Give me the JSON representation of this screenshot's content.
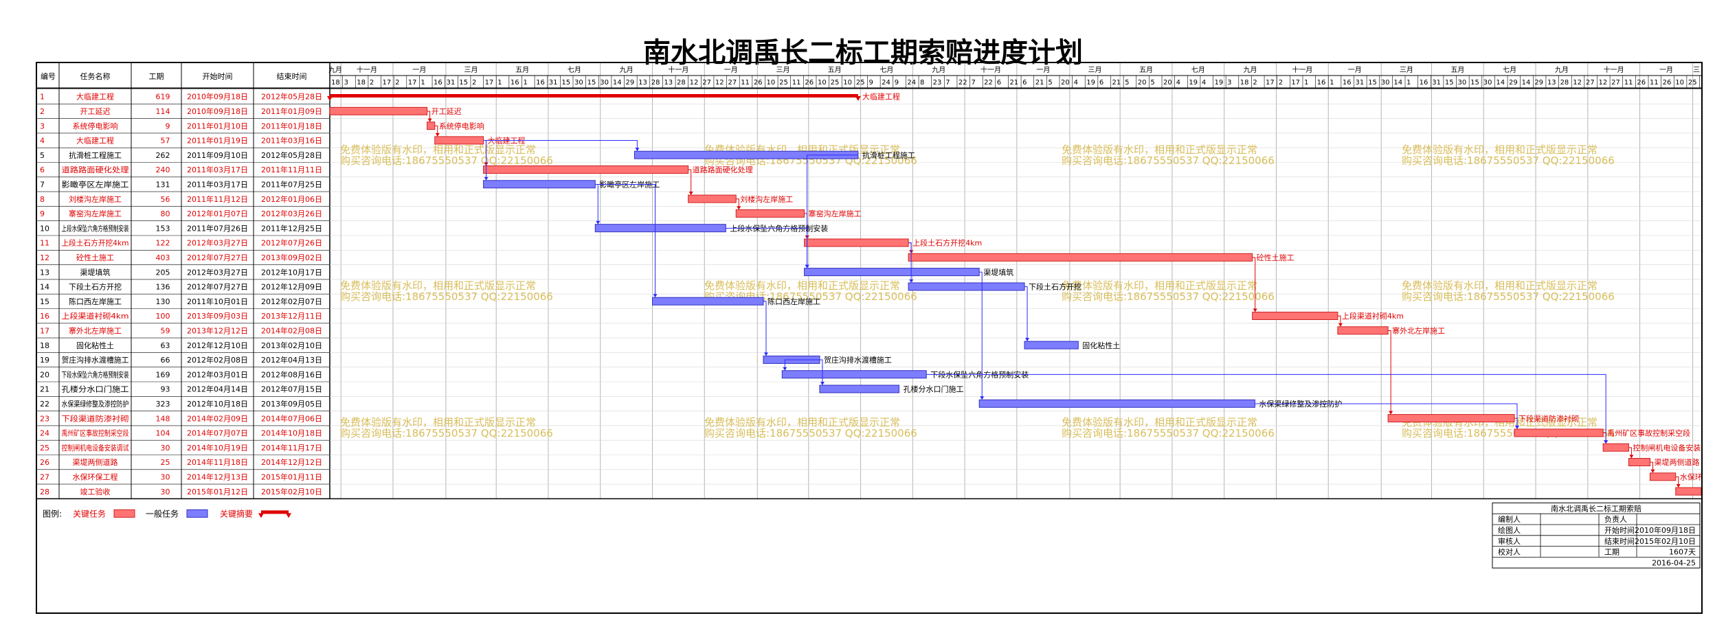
{
  "title": "南水北调禹长二标工期索赔进度计划",
  "columns": [
    "编号",
    "任务名称",
    "工期",
    "开始时间",
    "结束时间"
  ],
  "colors": {
    "critical": "#ff7373",
    "critical_text": "#e00000",
    "normal": "#7d7dff",
    "normal_text": "#000000",
    "normal_line": "#2a2aff",
    "summary": "#e00000",
    "grid": "#d6d6d6",
    "watermark": "#d8bd5a"
  },
  "timescale": {
    "months": [
      {
        "label": "九月",
        "start": "2010-09-18",
        "end": "2010-10-01"
      },
      {
        "label": "十一月",
        "start": "2010-10-01",
        "end": "2010-12-01"
      },
      {
        "label": "一月",
        "start": "2010-12-01",
        "end": "2011-02-01"
      },
      {
        "label": "三月",
        "start": "2011-02-01",
        "end": "2011-04-01"
      },
      {
        "label": "五月",
        "start": "2011-04-01",
        "end": "2011-06-01"
      },
      {
        "label": "七月",
        "start": "2011-06-01",
        "end": "2011-08-01"
      },
      {
        "label": "九月",
        "start": "2011-08-01",
        "end": "2011-10-01"
      },
      {
        "label": "十一月",
        "start": "2011-10-01",
        "end": "2011-12-01"
      },
      {
        "label": "一月",
        "start": "2011-12-01",
        "end": "2012-02-01"
      },
      {
        "label": "三月",
        "start": "2012-02-01",
        "end": "2012-04-01"
      },
      {
        "label": "五月",
        "start": "2012-04-01",
        "end": "2012-06-01"
      },
      {
        "label": "七月",
        "start": "2012-06-01",
        "end": "2012-08-01"
      },
      {
        "label": "九月",
        "start": "2012-08-01",
        "end": "2012-10-01"
      },
      {
        "label": "十一月",
        "start": "2012-10-01",
        "end": "2012-12-01"
      },
      {
        "label": "一月",
        "start": "2012-12-01",
        "end": "2013-02-01"
      },
      {
        "label": "三月",
        "start": "2013-02-01",
        "end": "2013-04-01"
      },
      {
        "label": "五月",
        "start": "2013-04-01",
        "end": "2013-06-01"
      },
      {
        "label": "七月",
        "start": "2013-06-01",
        "end": "2013-08-01"
      },
      {
        "label": "九月",
        "start": "2013-08-01",
        "end": "2013-10-01"
      },
      {
        "label": "十一月",
        "start": "2013-10-01",
        "end": "2013-12-01"
      },
      {
        "label": "一月",
        "start": "2013-12-01",
        "end": "2014-02-01"
      },
      {
        "label": "三月",
        "start": "2014-02-01",
        "end": "2014-04-01"
      },
      {
        "label": "五月",
        "start": "2014-04-01",
        "end": "2014-06-01"
      },
      {
        "label": "七月",
        "start": "2014-06-01",
        "end": "2014-08-01"
      },
      {
        "label": "九月",
        "start": "2014-08-01",
        "end": "2014-10-01"
      },
      {
        "label": "十一月",
        "start": "2014-10-01",
        "end": "2014-12-01"
      },
      {
        "label": "一月",
        "start": "2014-12-01",
        "end": "2015-02-01"
      },
      {
        "label": "三",
        "start": "2015-02-01",
        "end": "2015-02-10"
      }
    ],
    "ticks": [
      {
        "label": "18",
        "date": "2010-09-18"
      },
      {
        "label": "3",
        "date": "2010-10-03"
      },
      {
        "label": "18",
        "date": "2010-10-18"
      },
      {
        "label": "2",
        "date": "2010-11-02"
      },
      {
        "label": "17",
        "date": "2010-11-17"
      },
      {
        "label": "2",
        "date": "2010-12-02"
      },
      {
        "label": "17",
        "date": "2010-12-17"
      },
      {
        "label": "1",
        "date": "2011-01-01"
      },
      {
        "label": "16",
        "date": "2011-01-16"
      },
      {
        "label": "31",
        "date": "2011-01-31"
      },
      {
        "label": "15",
        "date": "2011-02-15"
      },
      {
        "label": "2",
        "date": "2011-03-02"
      },
      {
        "label": "17",
        "date": "2011-03-17"
      },
      {
        "label": "1",
        "date": "2011-04-01"
      },
      {
        "label": "16",
        "date": "2011-04-16"
      },
      {
        "label": "1",
        "date": "2011-05-01"
      },
      {
        "label": "16",
        "date": "2011-05-16"
      },
      {
        "label": "31",
        "date": "2011-05-31"
      },
      {
        "label": "15",
        "date": "2011-06-15"
      },
      {
        "label": "30",
        "date": "2011-06-30"
      },
      {
        "label": "15",
        "date": "2011-07-15"
      },
      {
        "label": "30",
        "date": "2011-07-30"
      },
      {
        "label": "14",
        "date": "2011-08-14"
      },
      {
        "label": "29",
        "date": "2011-08-29"
      },
      {
        "label": "13",
        "date": "2011-09-13"
      },
      {
        "label": "28",
        "date": "2011-09-28"
      },
      {
        "label": "13",
        "date": "2011-10-13"
      },
      {
        "label": "28",
        "date": "2011-10-28"
      },
      {
        "label": "12",
        "date": "2011-11-12"
      },
      {
        "label": "27",
        "date": "2011-11-27"
      },
      {
        "label": "12",
        "date": "2011-12-12"
      },
      {
        "label": "27",
        "date": "2011-12-27"
      },
      {
        "label": "11",
        "date": "2012-01-11"
      },
      {
        "label": "26",
        "date": "2012-01-26"
      },
      {
        "label": "10",
        "date": "2012-02-10"
      },
      {
        "label": "25",
        "date": "2012-02-25"
      },
      {
        "label": "11",
        "date": "2012-03-11"
      },
      {
        "label": "26",
        "date": "2012-03-26"
      },
      {
        "label": "10",
        "date": "2012-04-10"
      },
      {
        "label": "25",
        "date": "2012-04-25"
      },
      {
        "label": "10",
        "date": "2012-05-10"
      },
      {
        "label": "25",
        "date": "2012-05-25"
      },
      {
        "label": "9",
        "date": "2012-06-09"
      },
      {
        "label": "24",
        "date": "2012-06-24"
      },
      {
        "label": "9",
        "date": "2012-07-09"
      },
      {
        "label": "24",
        "date": "2012-07-24"
      },
      {
        "label": "8",
        "date": "2012-08-08"
      },
      {
        "label": "23",
        "date": "2012-08-23"
      },
      {
        "label": "7",
        "date": "2012-09-07"
      },
      {
        "label": "22",
        "date": "2012-09-22"
      },
      {
        "label": "7",
        "date": "2012-10-07"
      },
      {
        "label": "22",
        "date": "2012-10-22"
      },
      {
        "label": "6",
        "date": "2012-11-06"
      },
      {
        "label": "21",
        "date": "2012-11-21"
      },
      {
        "label": "6",
        "date": "2012-12-06"
      },
      {
        "label": "21",
        "date": "2012-12-21"
      },
      {
        "label": "5",
        "date": "2013-01-05"
      },
      {
        "label": "20",
        "date": "2013-01-20"
      },
      {
        "label": "4",
        "date": "2013-02-04"
      },
      {
        "label": "19",
        "date": "2013-02-19"
      },
      {
        "label": "6",
        "date": "2013-03-06"
      },
      {
        "label": "21",
        "date": "2013-03-21"
      },
      {
        "label": "5",
        "date": "2013-04-05"
      },
      {
        "label": "20",
        "date": "2013-04-20"
      },
      {
        "label": "5",
        "date": "2013-05-05"
      },
      {
        "label": "20",
        "date": "2013-05-20"
      },
      {
        "label": "4",
        "date": "2013-06-04"
      },
      {
        "label": "19",
        "date": "2013-06-19"
      },
      {
        "label": "4",
        "date": "2013-07-04"
      },
      {
        "label": "19",
        "date": "2013-07-19"
      },
      {
        "label": "3",
        "date": "2013-08-03"
      },
      {
        "label": "18",
        "date": "2013-08-18"
      },
      {
        "label": "2",
        "date": "2013-09-02"
      },
      {
        "label": "17",
        "date": "2013-09-17"
      },
      {
        "label": "2",
        "date": "2013-10-02"
      },
      {
        "label": "17",
        "date": "2013-10-17"
      },
      {
        "label": "1",
        "date": "2013-11-01"
      },
      {
        "label": "16",
        "date": "2013-11-16"
      },
      {
        "label": "1",
        "date": "2013-12-01"
      },
      {
        "label": "16",
        "date": "2013-12-16"
      },
      {
        "label": "31",
        "date": "2013-12-31"
      },
      {
        "label": "15",
        "date": "2014-01-15"
      },
      {
        "label": "30",
        "date": "2014-01-30"
      },
      {
        "label": "14",
        "date": "2014-02-14"
      },
      {
        "label": "1",
        "date": "2014-03-01"
      },
      {
        "label": "16",
        "date": "2014-03-16"
      },
      {
        "label": "31",
        "date": "2014-03-31"
      },
      {
        "label": "15",
        "date": "2014-04-15"
      },
      {
        "label": "30",
        "date": "2014-04-30"
      },
      {
        "label": "15",
        "date": "2014-05-15"
      },
      {
        "label": "30",
        "date": "2014-05-30"
      },
      {
        "label": "14",
        "date": "2014-06-14"
      },
      {
        "label": "29",
        "date": "2014-06-29"
      },
      {
        "label": "14",
        "date": "2014-07-14"
      },
      {
        "label": "29",
        "date": "2014-07-29"
      },
      {
        "label": "13",
        "date": "2014-08-13"
      },
      {
        "label": "28",
        "date": "2014-08-28"
      },
      {
        "label": "12",
        "date": "2014-09-12"
      },
      {
        "label": "27",
        "date": "2014-09-27"
      },
      {
        "label": "12",
        "date": "2014-10-12"
      },
      {
        "label": "27",
        "date": "2014-10-27"
      },
      {
        "label": "11",
        "date": "2014-11-11"
      },
      {
        "label": "26",
        "date": "2014-11-26"
      },
      {
        "label": "11",
        "date": "2014-12-11"
      },
      {
        "label": "26",
        "date": "2014-12-26"
      },
      {
        "label": "10",
        "date": "2015-01-10"
      },
      {
        "label": "25",
        "date": "2015-01-25"
      },
      {
        "label": "9",
        "date": "2015-02-09"
      }
    ]
  },
  "chart_data": {
    "type": "gantt",
    "x_range": [
      "2010-09-18",
      "2015-02-10"
    ],
    "tasks": [
      {
        "id": "1",
        "name": "大临建工程",
        "duration": "619",
        "start": "2010年09月18日",
        "end": "2012年05月28日",
        "kind": "summary",
        "label": "大临建工程",
        "s": "2010-09-18",
        "e": "2012-05-28"
      },
      {
        "id": "2",
        "name": "开工延迟",
        "duration": "114",
        "start": "2010年09月18日",
        "end": "2011年01月09日",
        "kind": "critical",
        "label": "开工延迟",
        "s": "2010-09-18",
        "e": "2011-01-09"
      },
      {
        "id": "3",
        "name": "系统停电影响",
        "duration": "9",
        "start": "2011年01月10日",
        "end": "2011年01月18日",
        "kind": "critical",
        "label": "系统停电影响",
        "s": "2011-01-10",
        "e": "2011-01-18"
      },
      {
        "id": "4",
        "name": "大临建工程",
        "duration": "57",
        "start": "2011年01月19日",
        "end": "2011年03月16日",
        "kind": "critical",
        "label": "大临建工程",
        "s": "2011-01-19",
        "e": "2011-03-16"
      },
      {
        "id": "5",
        "name": "抗滑桩工程施工",
        "duration": "262",
        "start": "2011年09月10日",
        "end": "2012年05月28日",
        "kind": "normal",
        "label": "抗滑桩工程施工",
        "s": "2011-09-10",
        "e": "2012-05-28"
      },
      {
        "id": "6",
        "name": "道路路面硬化处理",
        "duration": "240",
        "start": "2011年03月17日",
        "end": "2011年11月11日",
        "kind": "critical",
        "label": "道路路面硬化处理",
        "s": "2011-03-17",
        "e": "2011-11-11"
      },
      {
        "id": "7",
        "name": "影瞰亭区左岸施工",
        "duration": "131",
        "start": "2011年03月17日",
        "end": "2011年07月25日",
        "kind": "normal",
        "label": "影瞰亭区左岸施工",
        "s": "2011-03-17",
        "e": "2011-07-25"
      },
      {
        "id": "8",
        "name": "刘楼沟左岸施工",
        "duration": "56",
        "start": "2011年11月12日",
        "end": "2012年01月06日",
        "kind": "critical",
        "label": "刘楼沟左岸施工",
        "s": "2011-11-12",
        "e": "2012-01-06"
      },
      {
        "id": "9",
        "name": "寨窑沟左岸施工",
        "duration": "80",
        "start": "2012年01月07日",
        "end": "2012年03月26日",
        "kind": "critical",
        "label": "寨窑沟左岸施工",
        "s": "2012-01-07",
        "e": "2012-03-26"
      },
      {
        "id": "10",
        "name": "上段水保坠六角方格预制安装",
        "duration": "153",
        "start": "2011年07月26日",
        "end": "2011年12月25日",
        "kind": "normal",
        "label": "上段水保坠六角方格预制安装",
        "s": "2011-07-26",
        "e": "2011-12-25"
      },
      {
        "id": "11",
        "name": "上段土石方开挖4km",
        "duration": "122",
        "start": "2012年03月27日",
        "end": "2012年07月26日",
        "kind": "critical",
        "label": "上段土石方开挖4km",
        "s": "2012-03-27",
        "e": "2012-07-26"
      },
      {
        "id": "12",
        "name": "砼性土施工",
        "duration": "403",
        "start": "2012年07月27日",
        "end": "2013年09月02日",
        "kind": "critical",
        "label": "砼性土施工",
        "s": "2012-07-27",
        "e": "2013-09-02"
      },
      {
        "id": "13",
        "name": "渠堤填筑",
        "duration": "205",
        "start": "2012年03月27日",
        "end": "2012年10月17日",
        "kind": "normal",
        "label": "渠堤填筑",
        "s": "2012-03-27",
        "e": "2012-10-17"
      },
      {
        "id": "14",
        "name": "下段土石方开挖",
        "duration": "136",
        "start": "2012年07月27日",
        "end": "2012年12月09日",
        "kind": "normal",
        "label": "下段土石方开挖",
        "s": "2012-07-27",
        "e": "2012-12-09"
      },
      {
        "id": "15",
        "name": "陈口西左岸施工",
        "duration": "130",
        "start": "2011年10月01日",
        "end": "2012年02月07日",
        "kind": "normal",
        "label": "陈口西左岸施工",
        "s": "2011-10-01",
        "e": "2012-02-07"
      },
      {
        "id": "16",
        "name": "上段渠道衬砌4km",
        "duration": "100",
        "start": "2013年09月03日",
        "end": "2013年12月11日",
        "kind": "critical",
        "label": "上段渠道衬砌4km",
        "s": "2013-09-03",
        "e": "2013-12-11"
      },
      {
        "id": "17",
        "name": "寨外北左岸施工",
        "duration": "59",
        "start": "2013年12月12日",
        "end": "2014年02月08日",
        "kind": "critical",
        "label": "寨外北左岸施工",
        "s": "2013-12-12",
        "e": "2014-02-08"
      },
      {
        "id": "18",
        "name": "固化粘性土",
        "duration": "63",
        "start": "2012年12月10日",
        "end": "2013年02月10日",
        "kind": "normal",
        "label": "固化粘性土",
        "s": "2012-12-10",
        "e": "2013-02-10"
      },
      {
        "id": "19",
        "name": "贺庄沟排水渡槽施工",
        "duration": "66",
        "start": "2012年02月08日",
        "end": "2012年04月13日",
        "kind": "normal",
        "label": "贺庄沟排水渡槽施工",
        "s": "2012-02-08",
        "e": "2012-04-13"
      },
      {
        "id": "20",
        "name": "下段水保坠六角方格预制安装",
        "duration": "169",
        "start": "2012年03月01日",
        "end": "2012年08月16日",
        "kind": "normal",
        "label": "下段水保坠六角方格预制安装",
        "s": "2012-03-01",
        "e": "2012-08-16"
      },
      {
        "id": "21",
        "name": "孔楼分水口门施工",
        "duration": "93",
        "start": "2012年04月14日",
        "end": "2012年07月15日",
        "kind": "normal",
        "label": "孔楼分水口门施工",
        "s": "2012-04-14",
        "e": "2012-07-15"
      },
      {
        "id": "22",
        "name": "水保渠绿修整及渗控防护",
        "duration": "323",
        "start": "2012年10月18日",
        "end": "2013年09月05日",
        "kind": "normal",
        "label": "水保渠绿修整及渗控防护",
        "s": "2012-10-18",
        "e": "2013-09-05"
      },
      {
        "id": "23",
        "name": "下段渠道防渗衬砌",
        "duration": "148",
        "start": "2014年02月09日",
        "end": "2014年07月06日",
        "kind": "critical",
        "label": "下段渠道防渗衬砌",
        "s": "2014-02-09",
        "e": "2014-07-06"
      },
      {
        "id": "24",
        "name": "禹州矿区事故控制采空段",
        "duration": "104",
        "start": "2014年07月07日",
        "end": "2014年10月18日",
        "kind": "critical",
        "label": "禹州矿区事故控制采空段",
        "s": "2014-07-07",
        "e": "2014-10-18"
      },
      {
        "id": "25",
        "name": "控制闸机电设备安装调试",
        "duration": "30",
        "start": "2014年10月19日",
        "end": "2014年11月17日",
        "kind": "critical",
        "label": "控制闸机电设备安装调试",
        "s": "2014-10-19",
        "e": "2014-11-17"
      },
      {
        "id": "26",
        "name": "渠堤两侧道路",
        "duration": "25",
        "start": "2014年11月18日",
        "end": "2014年12月12日",
        "kind": "critical",
        "label": "渠堤两侧道路",
        "s": "2014-11-18",
        "e": "2014-12-12"
      },
      {
        "id": "27",
        "name": "水保环保工程",
        "duration": "30",
        "start": "2014年12月13日",
        "end": "2015年01月11日",
        "kind": "critical",
        "label": "水保环保工程",
        "s": "2014-12-13",
        "e": "2015-01-11"
      },
      {
        "id": "28",
        "name": "竣工验收",
        "duration": "30",
        "start": "2015年01月12日",
        "end": "2015年02月10日",
        "kind": "critical",
        "label": "竣工验收",
        "s": "2015-01-12",
        "e": "2015-02-10"
      }
    ],
    "links": [
      [
        "2",
        "3"
      ],
      [
        "3",
        "4"
      ],
      [
        "4",
        "6"
      ],
      [
        "4",
        "7"
      ],
      [
        "4",
        "5"
      ],
      [
        "6",
        "8"
      ],
      [
        "8",
        "9"
      ],
      [
        "9",
        "11"
      ],
      [
        "11",
        "12"
      ],
      [
        "11",
        "14"
      ],
      [
        "12",
        "16"
      ],
      [
        "16",
        "17"
      ],
      [
        "17",
        "23"
      ],
      [
        "23",
        "24"
      ],
      [
        "24",
        "25"
      ],
      [
        "25",
        "26"
      ],
      [
        "26",
        "27"
      ],
      [
        "27",
        "28"
      ],
      [
        "7",
        "10"
      ],
      [
        "7",
        "15"
      ],
      [
        "10",
        "13"
      ],
      [
        "15",
        "19"
      ],
      [
        "19",
        "21"
      ],
      [
        "19",
        "20"
      ],
      [
        "5",
        "13"
      ],
      [
        "13",
        "22"
      ],
      [
        "14",
        "18"
      ],
      [
        "20",
        "25"
      ],
      [
        "22",
        "24"
      ]
    ]
  },
  "watermark": {
    "line1": "免费体验版有水印，相用和正式版显示正常",
    "line2": "购买咨询电话:18675550537 QQ:22150066"
  },
  "legend": {
    "prefix": "图例:",
    "critical_label": "关键任务",
    "normal_label": "一般任务",
    "summary_label": "关键摘要"
  },
  "info": {
    "heading": "南水北调禹长二标工期索赔",
    "rows": [
      [
        "编制人",
        "",
        "负责人",
        ""
      ],
      [
        "绘图人",
        "",
        "开始时间",
        "2010年09月18日"
      ],
      [
        "审核人",
        "",
        "结束时间",
        "2015年02月10日"
      ],
      [
        "校对人",
        "",
        "工期",
        "1607天"
      ]
    ],
    "date": "2016-04-25"
  }
}
